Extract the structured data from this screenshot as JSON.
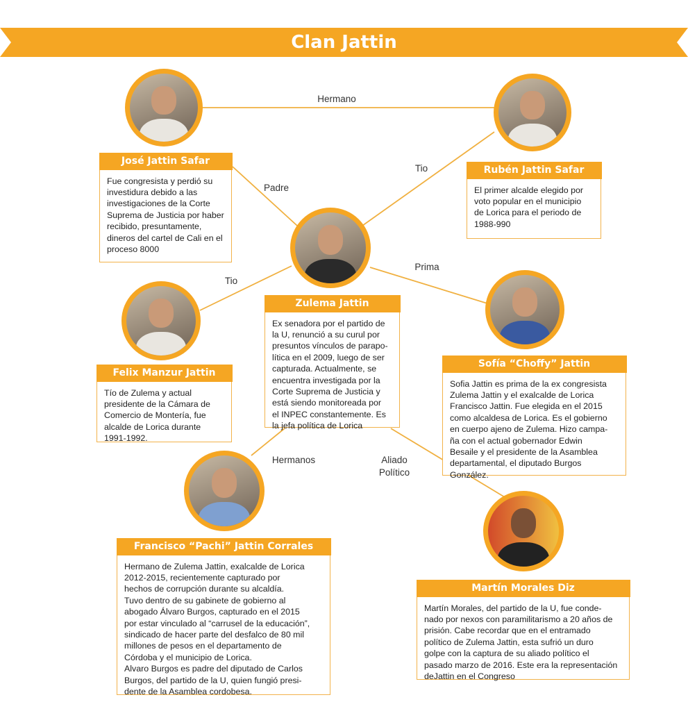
{
  "title": "Clan Jattin",
  "colors": {
    "accent": "#f5a623",
    "line": "#f0b040"
  },
  "relations": {
    "jose_ruben": "Hermano",
    "jose_zulema": "Padre",
    "ruben_zulema": "Tio",
    "felix_zulema": "Tio",
    "sofia_zulema": "Prima",
    "francisco_zulema": "Hermanos",
    "martin_zulema": "Aliado\nPolítico"
  },
  "people": {
    "jose": {
      "name": "José Jattin Safar",
      "text": "Fue congresista y perdió su\ninvestidura debido a las\ninvestigaciones de la Corte\nSuprema de Justicia por haber\nrecibido, presuntamente,\ndineros del cartel de Cali en el\nproceso 8000"
    },
    "ruben": {
      "name": "Rubén Jattin Safar",
      "text": "El primer alcalde elegido por\nvoto popular en el municipio\nde Lorica para el periodo de\n1988-990"
    },
    "zulema": {
      "name": "Zulema Jattin",
      "text": "Ex senadora por el partido de\nla U, renunció a su curul por\npresuntos vínculos de parapo-\nlítica en el 2009, luego de ser\ncapturada. Actualmente, se\nencuentra investigada por la\nCorte Suprema de Justicia y\nestá siendo monitoreada por\nel INPEC constantemente. Es\nla jefa política de Lorica"
    },
    "felix": {
      "name": "Felix Manzur Jattin",
      "text": "Tío de Zulema y actual\npresidente de la Cámara de\nComercio de Montería, fue\nalcalde de Lorica durante\n1991-1992."
    },
    "sofia": {
      "name": "Sofía “Choffy” Jattin",
      "text": "Sofia Jattin es prima de la ex congresista\nZulema Jattin y el exalcalde de Lorica\nFrancisco Jattin. Fue elegida en el 2015\ncomo alcaldesa de Lorica. Es el gobierno\nen cuerpo ajeno de Zulema. Hizo campa-\nña con el actual gobernador Edwin\nBesaile y el presidente de la Asamblea\ndepartamental, el diputado Burgos\nGonzález."
    },
    "francisco": {
      "name": "Francisco “Pachi” Jattin Corrales",
      "text": "Hermano de Zulema Jattin, exalcalde de Lorica\n2012-2015, recientemente capturado por\nhechos de corrupción durante su alcaldía.\nTuvo dentro de su gabinete de gobierno al\nabogado Álvaro Burgos, capturado en el 2015\npor estar vinculado al “carrusel de la educación”,\nsindicado de hacer parte del desfalco de 80 mil\nmillones de pesos en el departamento de\nCórdoba y el municipio de Lorica.\nAlvaro Burgos es padre del diputado de Carlos\nBurgos, del partido de la U, quien fungió presi-\ndente de la Asamblea cordobesa."
    },
    "martin": {
      "name": "Martín Morales Diz",
      "text": " Martín Morales, del partido de la U,  fue conde-\nnado por nexos con paramilitarismo a 20 años de\nprisión. Cabe recordar que en el entramado\npolítico de Zulema Jattin, esta sufrió un duro\ngolpe con la captura de su aliado político el\npasado marzo de 2016. Este era la representación\ndeJattin en el Congreso"
    }
  }
}
